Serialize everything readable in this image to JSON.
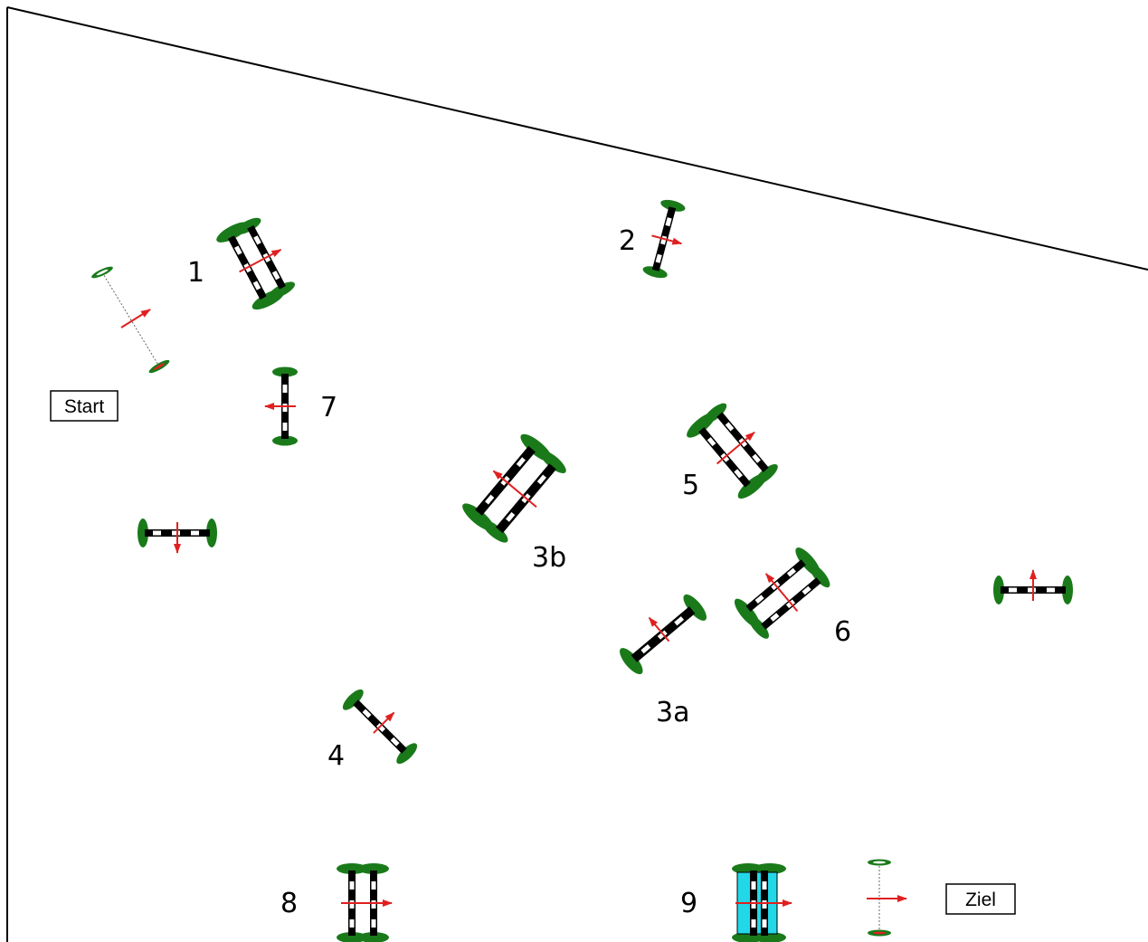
{
  "course": {
    "start_label": "Start",
    "finish_label": "Ziel",
    "obstacles": [
      {
        "number": "1"
      },
      {
        "number": "2"
      },
      {
        "number": "3a"
      },
      {
        "number": "3b"
      },
      {
        "number": "4"
      },
      {
        "number": "5"
      },
      {
        "number": "6"
      },
      {
        "number": "7"
      },
      {
        "number": "8"
      },
      {
        "number": "9"
      }
    ]
  },
  "colors": {
    "pole_dark": "#000000",
    "pole_light": "#ffffff",
    "stand": "#1a7a1a",
    "arrow": "#e02020",
    "water": "#22d8e8",
    "boundary": "#000000"
  }
}
